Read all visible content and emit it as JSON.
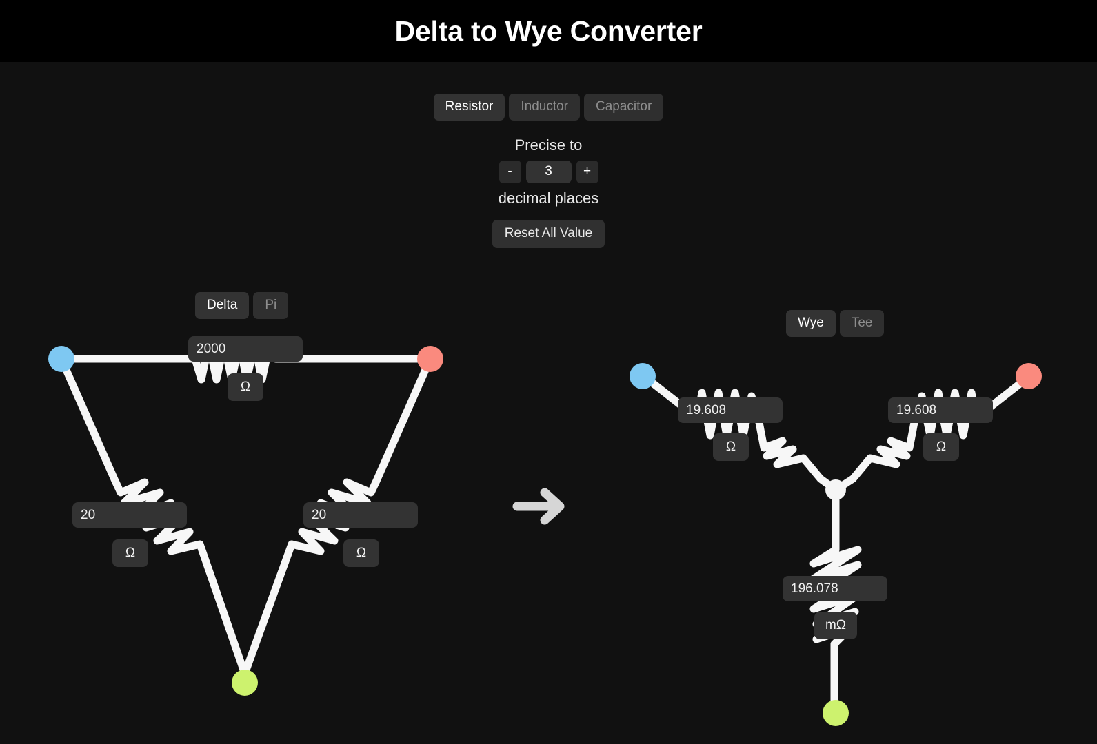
{
  "header": {
    "title": "Delta to Wye Converter"
  },
  "component_type": {
    "options": [
      {
        "label": "Resistor",
        "active": true
      },
      {
        "label": "Inductor",
        "active": false
      },
      {
        "label": "Capacitor",
        "active": false
      }
    ]
  },
  "precision": {
    "label_top": "Precise to",
    "label_bottom": "decimal places",
    "decrement_label": "-",
    "increment_label": "+",
    "value": "3"
  },
  "reset": {
    "label": "Reset All Value"
  },
  "left_circuit": {
    "toggle": [
      {
        "label": "Delta",
        "active": true
      },
      {
        "label": "Pi",
        "active": false
      }
    ],
    "components": [
      {
        "name": "top",
        "value": "2000",
        "unit": "Ω"
      },
      {
        "name": "left",
        "value": "20",
        "unit": "Ω"
      },
      {
        "name": "right",
        "value": "20",
        "unit": "Ω"
      }
    ],
    "nodes": [
      {
        "name": "node-a",
        "color": "#7ec8f2"
      },
      {
        "name": "node-b",
        "color": "#fa8a7e"
      },
      {
        "name": "node-c",
        "color": "#cdf26e"
      }
    ]
  },
  "right_circuit": {
    "toggle": [
      {
        "label": "Wye",
        "active": true
      },
      {
        "label": "Tee",
        "active": false
      }
    ],
    "components": [
      {
        "name": "left-arm",
        "value": "19.608",
        "unit": "Ω"
      },
      {
        "name": "right-arm",
        "value": "19.608",
        "unit": "Ω"
      },
      {
        "name": "bottom-arm",
        "value": "196.078",
        "unit": "mΩ"
      }
    ],
    "nodes": [
      {
        "name": "node-a",
        "color": "#7ec8f2"
      },
      {
        "name": "node-b",
        "color": "#fa8a7e"
      },
      {
        "name": "node-c",
        "color": "#cdf26e"
      },
      {
        "name": "node-center",
        "color": "#f5f5f5"
      }
    ]
  },
  "conversion_arrow": {
    "icon": "arrow-right-icon"
  },
  "colors": {
    "background": "#111111",
    "header_background": "#000000",
    "wire": "#f7f7f7",
    "chip_background": "#333333",
    "active_text": "#ffffff",
    "inactive_text": "#8d8d8d"
  }
}
